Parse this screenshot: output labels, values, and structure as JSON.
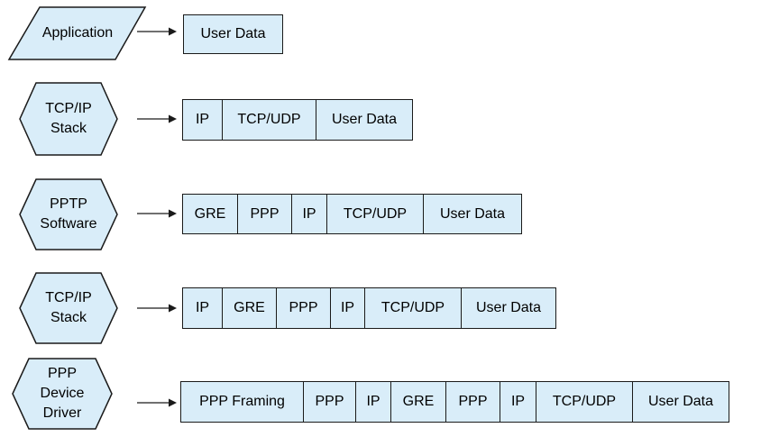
{
  "colors": {
    "shape_fill": "#d9edf9",
    "shape_border": "#1a1a1a",
    "text": "#000000",
    "background": "#ffffff"
  },
  "rows": [
    {
      "stage": {
        "shape": "parallelogram",
        "lines": [
          "Application"
        ]
      },
      "packet": [
        "User Data"
      ]
    },
    {
      "stage": {
        "shape": "hexagon",
        "lines": [
          "TCP/IP",
          "Stack"
        ]
      },
      "packet": [
        "IP",
        "TCP/UDP",
        "User Data"
      ]
    },
    {
      "stage": {
        "shape": "hexagon",
        "lines": [
          "PPTP",
          "Software"
        ]
      },
      "packet": [
        "GRE",
        "PPP",
        "IP",
        "TCP/UDP",
        "User Data"
      ]
    },
    {
      "stage": {
        "shape": "hexagon",
        "lines": [
          "TCP/IP",
          "Stack"
        ]
      },
      "packet": [
        "IP",
        "GRE",
        "PPP",
        "IP",
        "TCP/UDP",
        "User Data"
      ]
    },
    {
      "stage": {
        "shape": "hexagon",
        "lines": [
          "PPP",
          "Device",
          "Driver"
        ]
      },
      "packet": [
        "PPP Framing",
        "PPP",
        "IP",
        "GRE",
        "PPP",
        "IP",
        "TCP/UDP",
        "User Data"
      ]
    }
  ]
}
